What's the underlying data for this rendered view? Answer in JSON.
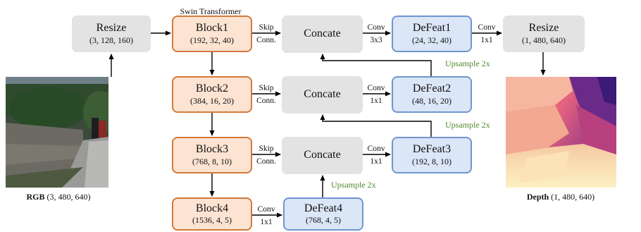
{
  "swin_title": "Swin Transformer",
  "resize_in": {
    "label": "Resize",
    "dims": "(3, 128, 160)"
  },
  "resize_out": {
    "label": "Resize",
    "dims": "(1, 480, 640)"
  },
  "blocks": [
    {
      "label": "Block1",
      "dims": "(192, 32, 40)"
    },
    {
      "label": "Block2",
      "dims": "(384, 16, 20)"
    },
    {
      "label": "Block3",
      "dims": "(768, 8, 10)"
    },
    {
      "label": "Block4",
      "dims": "(1536, 4, 5)"
    }
  ],
  "concat": [
    "Concate",
    "Concate",
    "Concate"
  ],
  "defeat": [
    {
      "label": "DeFeat1",
      "dims": "(24, 32, 40)"
    },
    {
      "label": "DeFeat2",
      "dims": "(48, 16, 20)"
    },
    {
      "label": "DeFeat3",
      "dims": "(192, 8, 10)"
    },
    {
      "label": "DeFeat4",
      "dims": "(768, 4, 5)"
    }
  ],
  "skip_label": [
    "Skip",
    "Conn."
  ],
  "conv_labels": {
    "defeat1": [
      "Conv",
      "3x3"
    ],
    "defeat2": [
      "Conv",
      "1x1"
    ],
    "defeat3": [
      "Conv",
      "1x1"
    ],
    "defeat4": [
      "Conv",
      "1x1"
    ],
    "out": [
      "Conv",
      "1x1"
    ]
  },
  "upsample": "Upsample 2x",
  "rgb_caption": {
    "bold": "RGB",
    "rest": " (3, 480, 640)"
  },
  "depth_caption": {
    "bold": "Depth",
    "rest": " (1, 480, 640)"
  },
  "colors": {
    "grey_box": "#e3e3e3",
    "swin_fill": "#fce3d2",
    "swin_border": "#d37a3a",
    "decoder_fill": "#dbe6f7",
    "decoder_border": "#6f95cf",
    "upsample_text": "#4f8a2c"
  }
}
